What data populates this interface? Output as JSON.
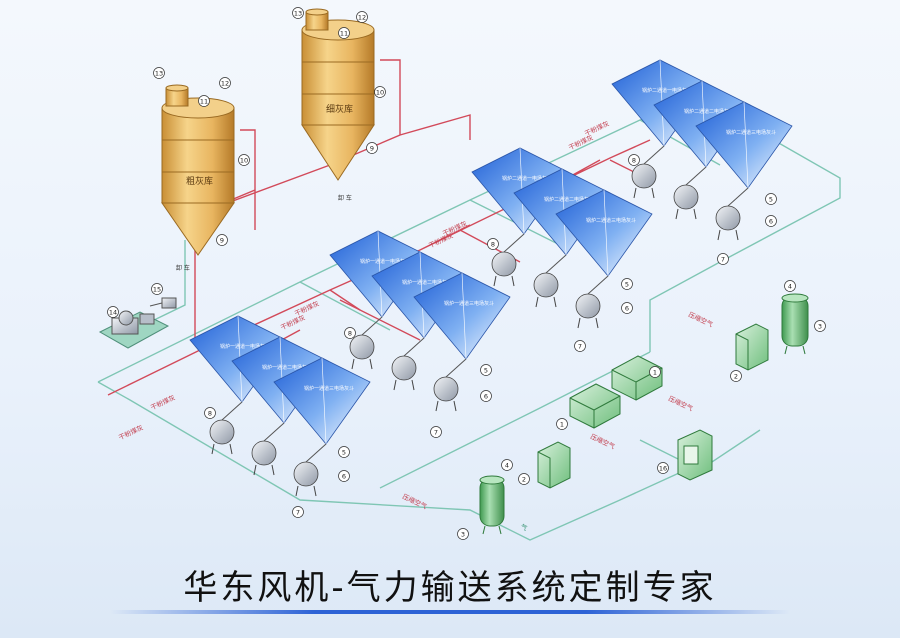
{
  "caption": "华东风机-气力输送系统定制专家",
  "silos": [
    {
      "label": "粗灰库",
      "outlet": "卸 车"
    },
    {
      "label": "细灰库",
      "outlet": "卸 车"
    }
  ],
  "hopper_labels": [
    "锅炉一通道一电场灰斗",
    "锅炉一通道二电场灰斗",
    "锅炉一通道三电场灰斗"
  ],
  "hopper_labels_b": [
    "锅炉二通道一电场灰斗",
    "锅炉二通道二电场灰斗",
    "锅炉二通道三电场灰斗"
  ],
  "pipe_labels": {
    "dry_ash": "干粉煤灰",
    "compressed_air": "压缩空气",
    "air": "气"
  },
  "numbers": {
    "n1": "1",
    "n2": "2",
    "n3": "3",
    "n4": "4",
    "n5": "5",
    "n6": "6",
    "n7": "7",
    "n8": "8",
    "n9": "9",
    "n10": "10",
    "n11": "11",
    "n12": "12",
    "n13": "13",
    "n14": "14",
    "n15": "15",
    "n16": "16"
  },
  "colors": {
    "dry_ash_line": "#d24a5a",
    "air_line": "#7fc6b4",
    "silo_body": "#e9b860",
    "tank_green": "#5cb36a",
    "hopper_blue": "#3a74d8"
  }
}
